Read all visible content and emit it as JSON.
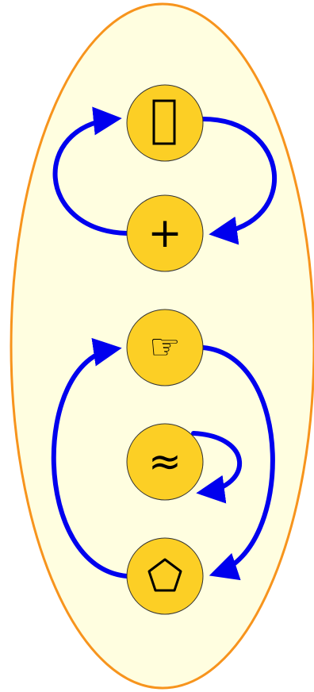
{
  "diagram": {
    "colors": {
      "background": "#ffffff",
      "container_fill": "#fffee0",
      "container_stroke": "#f7941d",
      "node_fill": "#fccf25",
      "node_stroke": "#333333",
      "arrow": "#0000ee",
      "glyph": "#000000"
    },
    "nodes": [
      {
        "id": "node-box",
        "icon": "tall-rectangle-icon",
        "glyph": ""
      },
      {
        "id": "node-plus",
        "icon": "plus-icon",
        "glyph": "+"
      },
      {
        "id": "node-hand",
        "icon": "pointing-hand-icon",
        "glyph": "☞"
      },
      {
        "id": "node-approx",
        "icon": "approx-equal-icon",
        "glyph": "≈"
      },
      {
        "id": "node-pentagon",
        "icon": "pentagon-icon",
        "glyph": ""
      }
    ],
    "edges": [
      {
        "from": "node-box",
        "to": "node-plus"
      },
      {
        "from": "node-plus",
        "to": "node-box"
      },
      {
        "from": "node-hand",
        "to": "node-pentagon"
      },
      {
        "from": "node-pentagon",
        "to": "node-hand"
      },
      {
        "from": "node-approx",
        "to": "node-approx"
      }
    ]
  }
}
